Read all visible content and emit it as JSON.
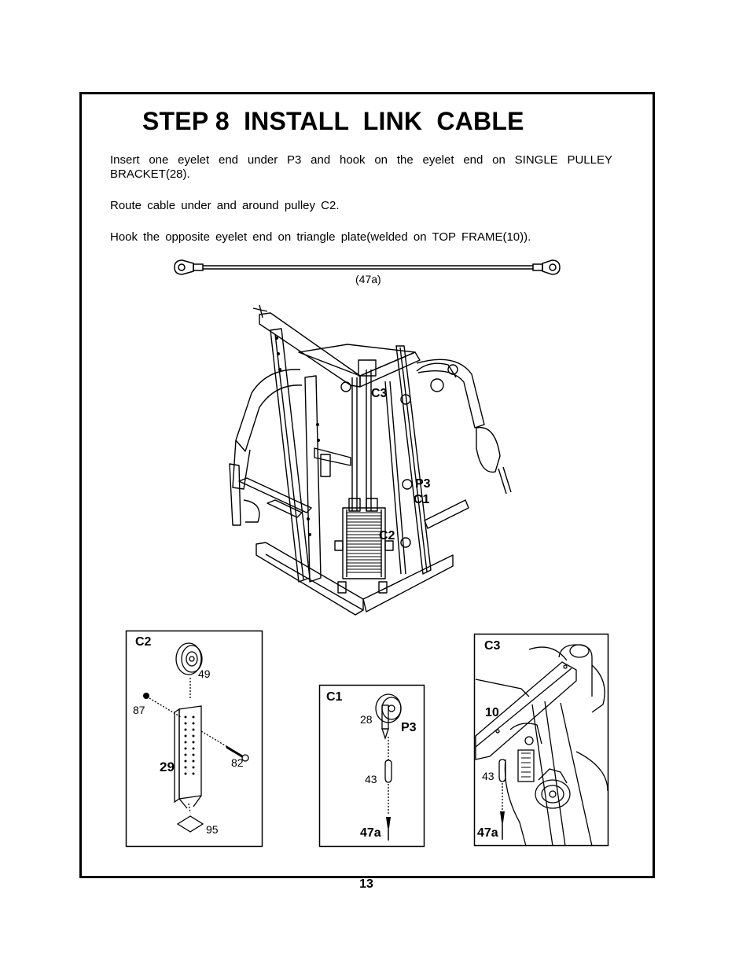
{
  "title": "STEP 8  INSTALL  LINK  CABLE",
  "instructions": [
    "Insert one eyelet end under P3 and hook on the eyelet end on SINGLE PULLEY BRACKET(28).",
    "Route cable under and around pulley C2.",
    "Hook the opposite eyelet end on triangle plate(welded on TOP FRAME(10))."
  ],
  "cable_label": "(47a)",
  "main_figure_callouts": {
    "c3": "C3",
    "p3": "P3",
    "c1": "C1",
    "c2": "C2"
  },
  "detail_c2": {
    "title": "C2",
    "part_49": "49",
    "part_87": "87",
    "part_82": "82",
    "part_29": "29",
    "part_95": "95"
  },
  "detail_c1": {
    "title": "C1",
    "part_28": "28",
    "part_p3": "P3",
    "part_43": "43",
    "part_47a": "47a"
  },
  "detail_c3": {
    "title": "C3",
    "part_10": "10",
    "part_43": "43",
    "part_47a": "47a"
  },
  "page_number": "13"
}
